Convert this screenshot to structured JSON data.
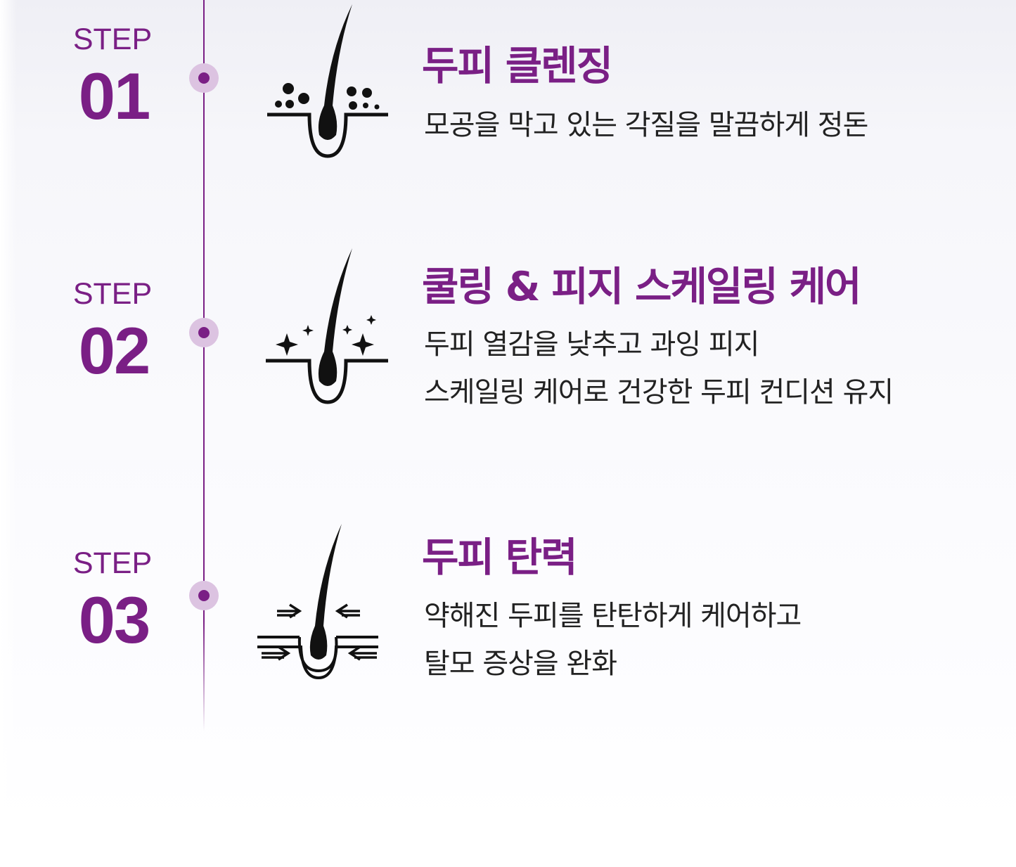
{
  "colors": {
    "accent": "#7a1f85",
    "dot_halo": "#dcc3e1",
    "text": "#222222"
  },
  "steps": [
    {
      "label": "STEP",
      "number": "01",
      "icon": "hair-follicle-cleansing-icon",
      "title": "두피 클렌징",
      "lines": [
        "모공을 막고 있는 각질을 말끔하게 정돈"
      ]
    },
    {
      "label": "STEP",
      "number": "02",
      "icon": "hair-follicle-sparkle-icon",
      "title": "쿨링 & 피지 스케일링 케어",
      "lines": [
        "두피 열감을 낮추고 과잉 피지",
        "스케일링 케어로 건강한 두피 컨디션 유지"
      ]
    },
    {
      "label": "STEP",
      "number": "03",
      "icon": "hair-follicle-firming-icon",
      "title": "두피 탄력",
      "lines": [
        "약해진 두피를 탄탄하게 케어하고",
        "탈모 증상을 완화"
      ]
    }
  ]
}
